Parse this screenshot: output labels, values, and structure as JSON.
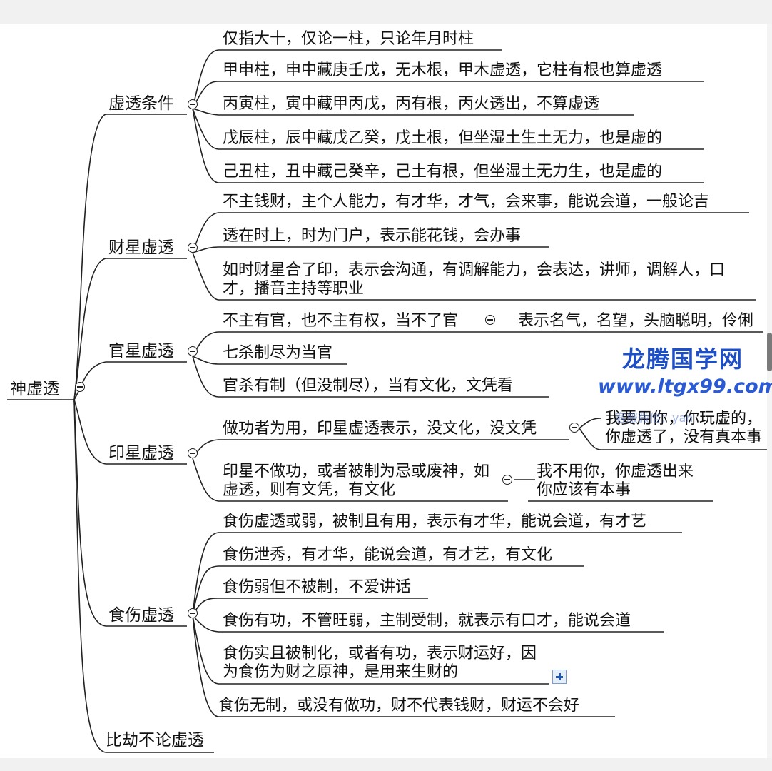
{
  "root": "神虚透",
  "branches": {
    "xutou_tiaojian": {
      "label": "虚透条件",
      "items": [
        "仅指大十，仅论一柱，只论年月时柱",
        "甲申柱，申中藏庚壬戊，无木根，甲木虚透，它柱有根也算虚透",
        "丙寅柱，寅中藏甲丙戊，丙有根，丙火透出，不算虚透",
        "戊辰柱，辰中藏戊乙癸，戊土根，但坐湿土生土无力，也是虚的",
        "己丑柱，丑中藏己癸辛，己土有根，但坐湿土无力生，也是虚的"
      ]
    },
    "caixing": {
      "label": "财星虚透",
      "items": [
        "不主钱财，主个人能力，有才华，才气，会来事，能说会道，一般论吉",
        "透在时上，时为门户，表示能花钱，会办事",
        "如时财星合了印，表示会沟通，有调解能力，会表达，讲师，调解人，口才，播音主持等职业"
      ]
    },
    "guanxing": {
      "label": "官星虚透",
      "items": [
        "不主有官，也不主有权，当不了官",
        "七杀制尽为当官",
        "官杀有制（但没制尽），当有文化，文凭看"
      ],
      "sub": "表示名气，名望，头脑聪明，伶俐"
    },
    "yinxing": {
      "label": "印星虚透",
      "items": [
        "做功者为用，印星虚透表示，没文化，没文凭",
        "印星不做功，或者被制为忌或废神，如虚透，则有文凭，有文化"
      ],
      "sub1": "我要用你，你玩虚的，你虚透了，没有真本事",
      "sub2": "我不用你，你虚透出来你应该有本事"
    },
    "shishang": {
      "label": "食伤虚透",
      "items": [
        "食伤虚透或弱，被制且有用，表示有才华，能说会道，有才艺",
        "食伤泄秀，有才华，能说会道，有才艺，有文化",
        "食伤弱但不被制，不爱讲话",
        "食伤有功，不管旺弱，主制受制，就表示有口才，能说会道",
        "食伤实且被制化，或者有功，表示财运好，因为食伤为财之原神，是用来生财的",
        "食伤无制，或没有做功，财不代表钱财，财运不会好"
      ]
    },
    "bijie": {
      "label": "比劫不论虚透"
    }
  },
  "watermark": {
    "title": "龙腾国学网",
    "url": "www.ltgx99.com",
    "faint": "客服微信：yan"
  },
  "colors": {
    "line": "#222222",
    "watermark": "#1f4fc4",
    "background": "#ffffff"
  },
  "icons": [
    "collapse-toggle-icon",
    "expand-plus-icon"
  ]
}
